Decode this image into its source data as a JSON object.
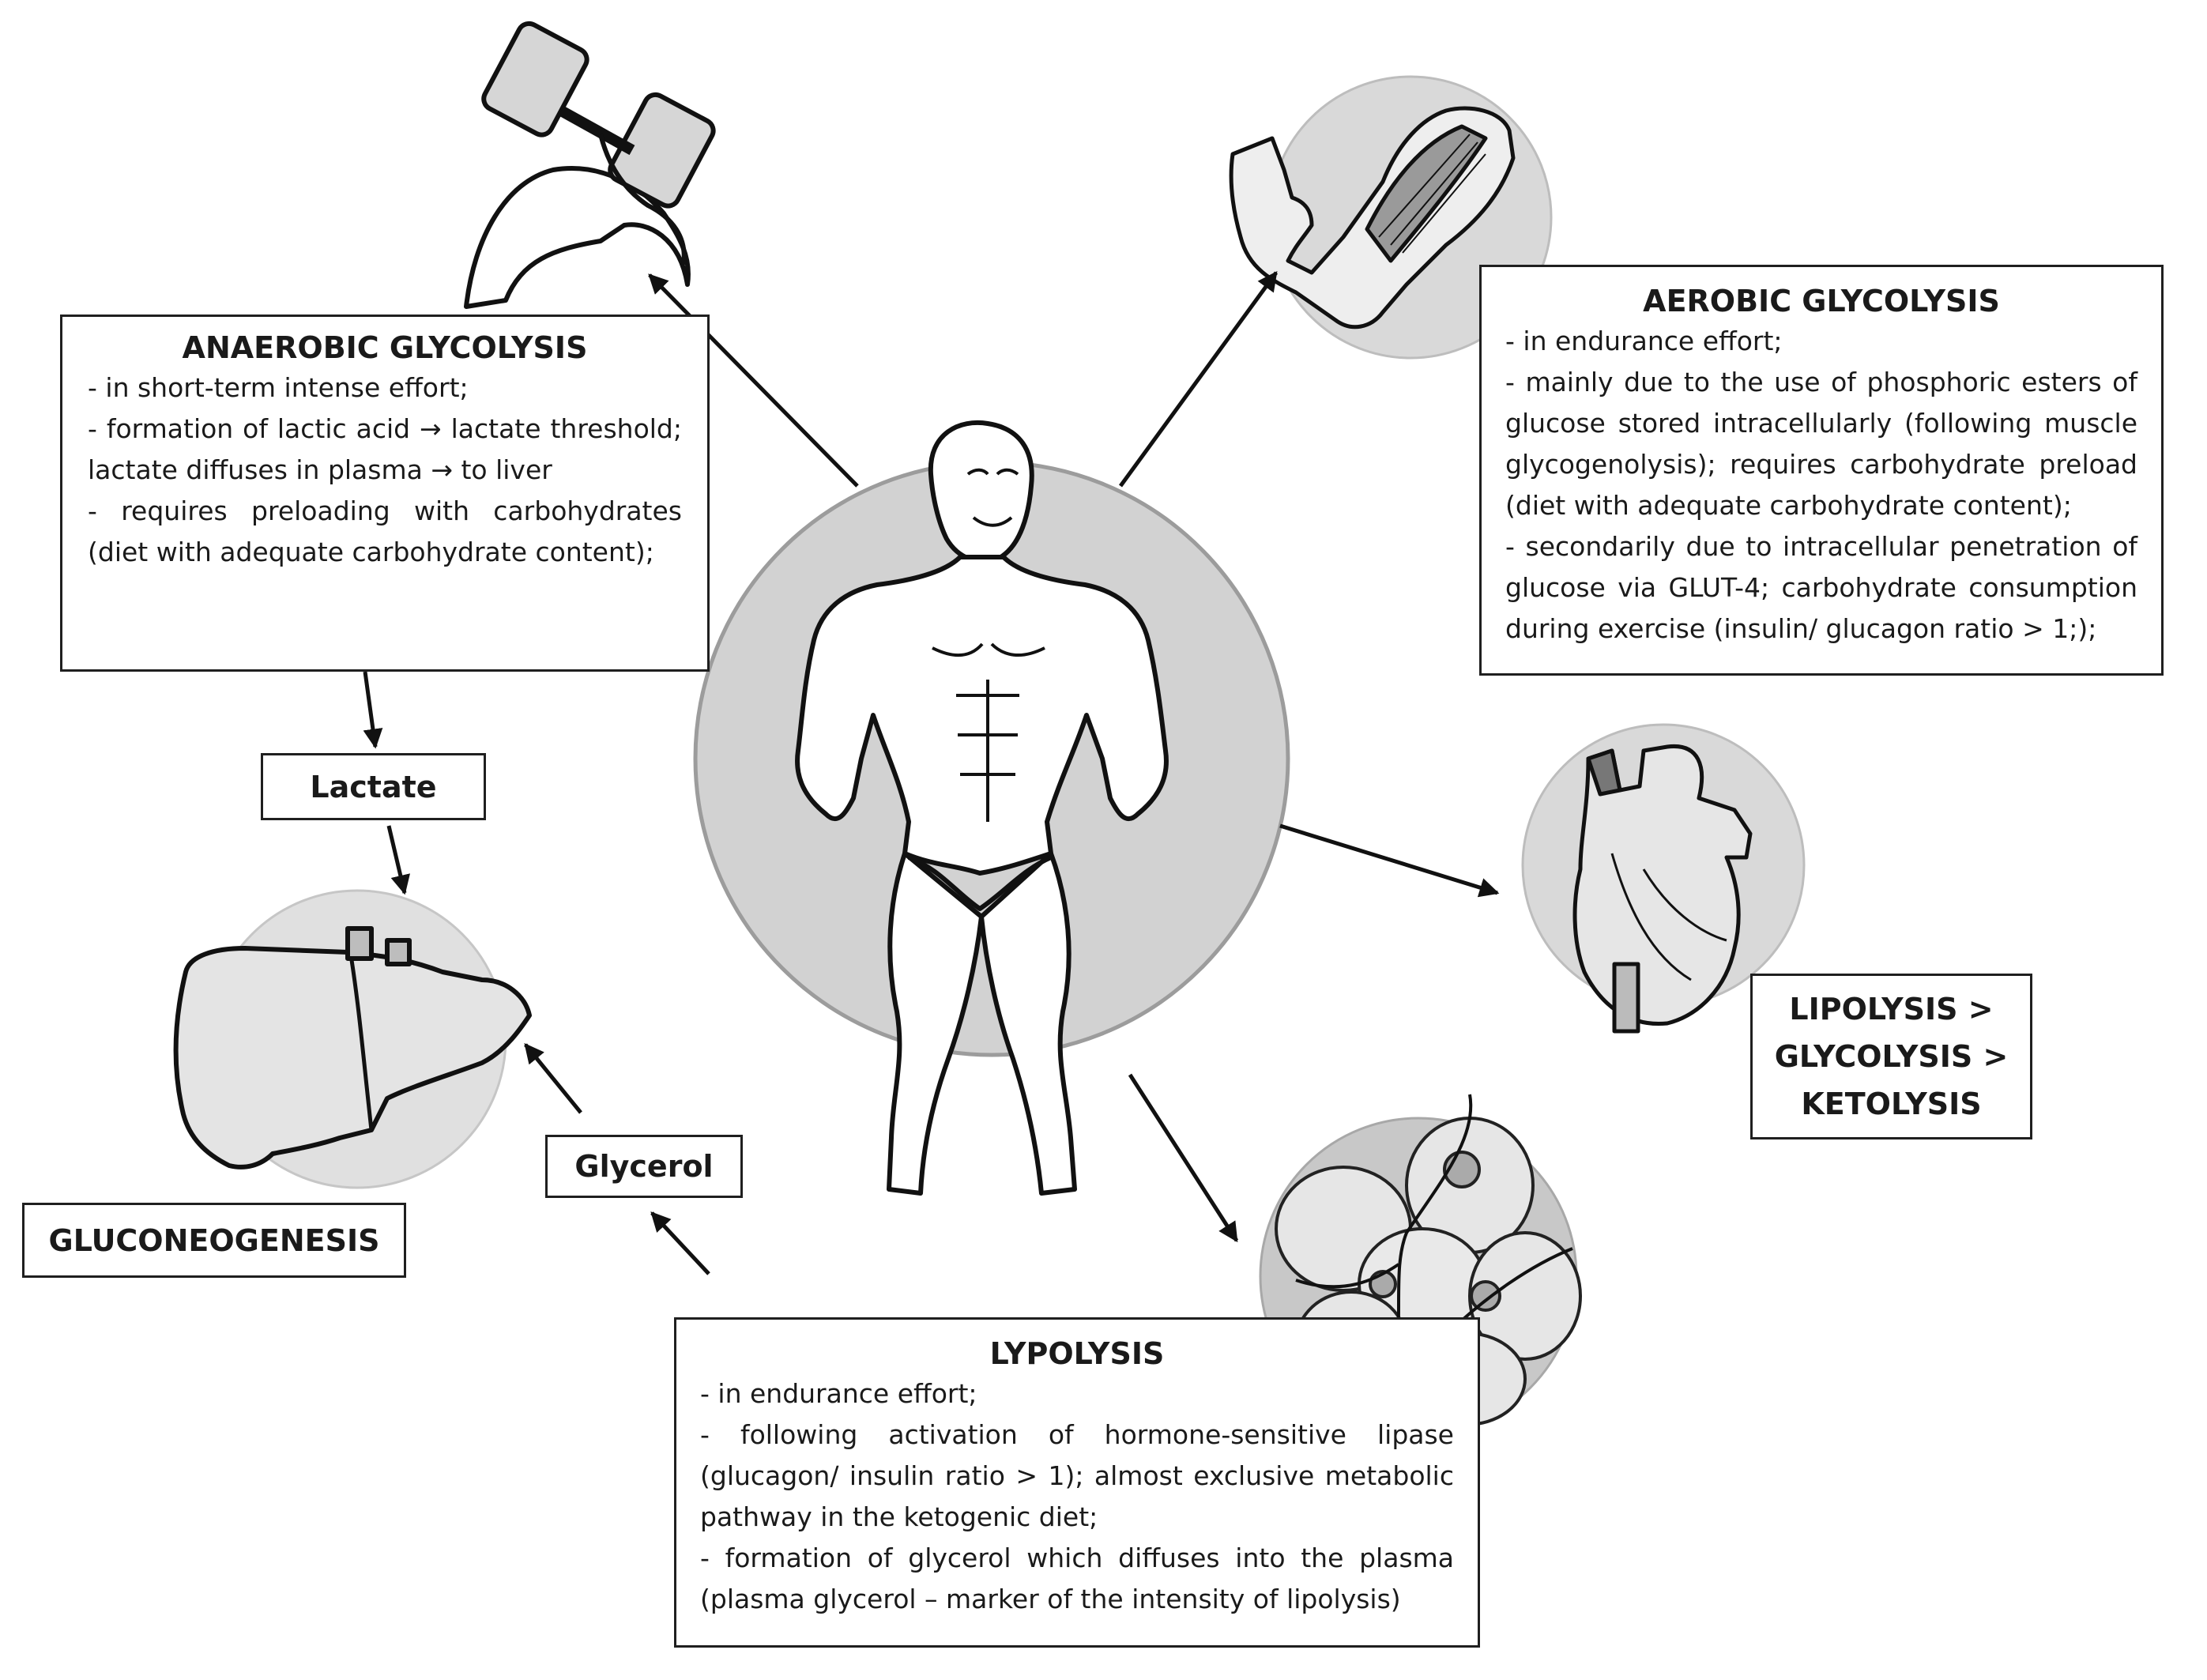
{
  "nodes": {
    "anaerobic": {
      "title": "ANAEROBIC GLYCOLYSIS",
      "bullets": [
        "- in short-term intense effort;",
        "- formation of lactic acid → lactate threshold; lactate diffuses in plasma → to liver",
        "- requires preloading with carbohydrates (diet with adequate carbohydrate content);"
      ]
    },
    "aerobic": {
      "title": "AEROBIC GLYCOLYSIS",
      "bullets": [
        "- in endurance effort;",
        "- mainly due to the use of phosphoric esters of glucose stored intracellularly (following muscle glycogenolysis); requires carbohydrate preload (diet with adequate carbohydrate content);",
        "- secondarily due to intracellular penetration of glucose via GLUT-4; carbohydrate consumption during exercise (insulin/ glucagon ratio > 1;);"
      ]
    },
    "lypolysis": {
      "title": "LYPOLYSIS",
      "bullets": [
        "- in endurance effort;",
        "- following activation of hormone-sensitive lipase (glucagon/ insulin ratio > 1); almost exclusive metabolic pathway in the ketogenic diet;",
        "- formation of glycerol which diffuses into the plasma (plasma glycerol – marker of the intensity of lipolysis)"
      ]
    },
    "lactate": "Lactate",
    "glycerol": "Glycerol",
    "gluconeogenesis": "GLUCONEOGENESIS",
    "heart_label": [
      "LIPOLYSIS >",
      "GLYCOLYSIS >",
      "KETOLYSIS"
    ]
  },
  "icons": [
    "bodybuilder-icon",
    "dumbbell-arm-icon",
    "arm-muscle-icon",
    "heart-icon",
    "fat-cells-icon",
    "liver-icon"
  ],
  "colors": {
    "circle_fill": "#d2d2d2",
    "circle_stroke": "#9c9c9c",
    "line": "#111111"
  }
}
